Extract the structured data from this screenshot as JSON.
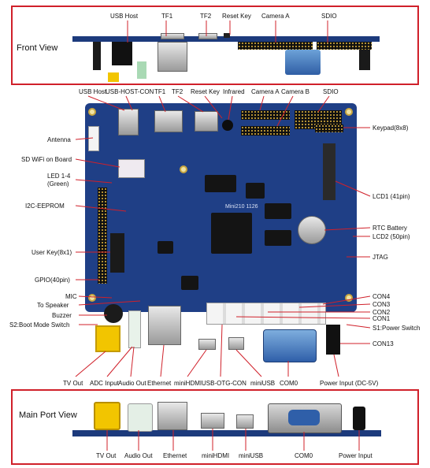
{
  "front_view": {
    "title": "Front View",
    "labels": [
      "USB Host",
      "TF1",
      "TF2",
      "Reset Key",
      "Camera A",
      "SDIO"
    ]
  },
  "board_view": {
    "top_labels": [
      "USB Host",
      "USB-HOST-CON",
      "TF1",
      "TF2",
      "Reset Key",
      "Infrared",
      "Camera A",
      "Camera B",
      "SDIO"
    ],
    "left_labels": [
      "Antenna",
      "SD WiFi on Board",
      "LED 1-4",
      "(Green)",
      "I2C-EEPROM",
      "User Key(8x1)",
      "GPIO(40pin)",
      "MIC",
      "To Speaker",
      "Buzzer",
      "S2:Boot Mode Switch"
    ],
    "right_labels": [
      "Keypad(8x8)",
      "LCD1 (41pin)",
      "RTC Battery",
      "LCD2 (50pin)",
      "JTAG",
      "CON4",
      "CON3",
      "CON2",
      "CON1",
      "S1:Power Switch",
      "CON13"
    ],
    "bottom_labels": [
      "TV Out",
      "ADC Input",
      "Audio Out",
      "Ethernet",
      "miniHDMI",
      "USB-OTG-CON",
      "miniUSB",
      "COM0",
      "Power Input (DC-5V)"
    ],
    "silkscreen": "Mini210 1126"
  },
  "main_port_view": {
    "title": "Main Port View",
    "labels": [
      "TV Out",
      "Audio Out",
      "Ethernet",
      "miniHDMI",
      "miniUSB",
      "COM0",
      "Power Input"
    ]
  }
}
